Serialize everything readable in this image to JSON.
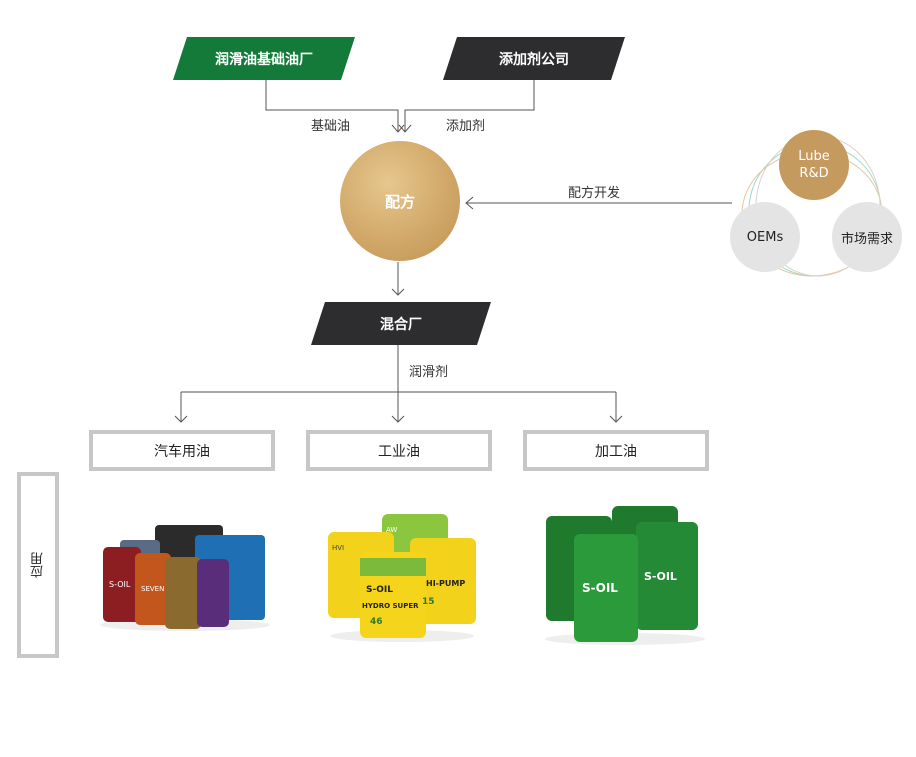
{
  "sources": {
    "base_oil_plant": "润滑油基础油厂",
    "additive_company": "添加剂公司"
  },
  "flow_labels": {
    "base_oil": "基础油",
    "additive": "添加剂",
    "formula_dev": "配方开发",
    "lubricant": "润滑剂"
  },
  "formula": "配方",
  "blending_plant": "混合厂",
  "rd_cycle": {
    "lube_rd_line1": "Lube",
    "lube_rd_line2": "R&D",
    "oems": "OEMs",
    "market": "市场需求"
  },
  "applications": {
    "side_label": "应用",
    "categories": [
      "汽车用油",
      "工业油",
      "加工油"
    ]
  },
  "product_logos": {
    "brand": "S-OIL",
    "auto_bottle_text": "SEVEN",
    "pail_left": "HYDRO SUPER",
    "pail_left_number": "46",
    "pail_right": "HI-PUMP",
    "pail_right_number": "15",
    "pail_tag": "HVI",
    "pail_tag2": "AW"
  },
  "colors": {
    "green": "#137a3a",
    "dark": "#2d2d2f",
    "gold": "#d2aa6c",
    "lube_rd": "#c59a5e",
    "grey_circle": "#e4e4e4",
    "box_border": "#c7c7c7"
  }
}
